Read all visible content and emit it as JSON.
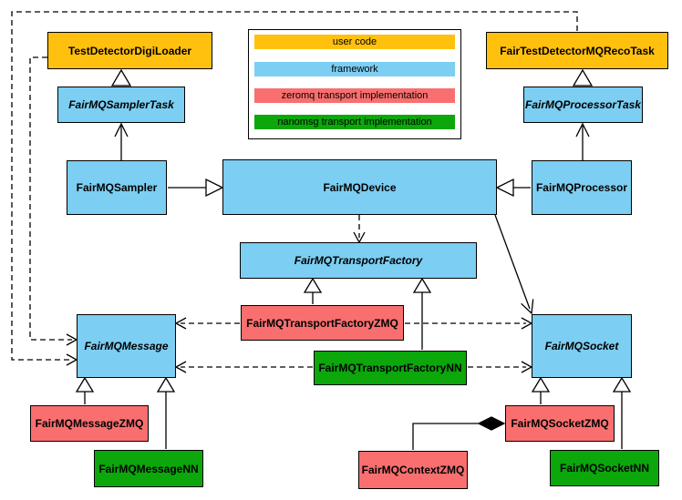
{
  "colors": {
    "user_code": "#FFC10E",
    "framework": "#7CCEF2",
    "zeromq": "#F96F6F",
    "nanomsg": "#0BA70B",
    "line": "#000000",
    "background": "#FFFFFF"
  },
  "legend": {
    "items": [
      {
        "label": "user code",
        "color": "#FFC10E"
      },
      {
        "label": "framework",
        "color": "#7CCEF2"
      },
      {
        "label": "zeromq transport implementation",
        "color": "#F96F6F"
      },
      {
        "label": "nanomsg transport implementation",
        "color": "#0BA70B"
      }
    ]
  },
  "nodes": {
    "digiLoader": {
      "label": "TestDetectorDigiLoader",
      "category": "user code",
      "abstract": false
    },
    "samplerTask": {
      "label": "FairMQSamplerTask",
      "category": "framework",
      "abstract": true
    },
    "recoTask": {
      "label": "FairTestDetectorMQRecoTask",
      "category": "user code",
      "abstract": false
    },
    "processorTask": {
      "label": "FairMQProcessorTask",
      "category": "framework",
      "abstract": true
    },
    "sampler": {
      "label": "FairMQSampler",
      "category": "framework",
      "abstract": false
    },
    "device": {
      "label": "FairMQDevice",
      "category": "framework",
      "abstract": false
    },
    "processor": {
      "label": "FairMQProcessor",
      "category": "framework",
      "abstract": false
    },
    "transportFactory": {
      "label": "FairMQTransportFactory",
      "category": "framework",
      "abstract": true
    },
    "transportFactoryZMQ": {
      "label": "FairMQTransportFactoryZMQ",
      "category": "zeromq",
      "abstract": false
    },
    "transportFactoryNN": {
      "label": "FairMQTransportFactoryNN",
      "category": "nanomsg",
      "abstract": false
    },
    "message": {
      "label": "FairMQMessage",
      "category": "framework",
      "abstract": true
    },
    "socket": {
      "label": "FairMQSocket",
      "category": "framework",
      "abstract": true
    },
    "messageZMQ": {
      "label": "FairMQMessageZMQ",
      "category": "zeromq",
      "abstract": false
    },
    "messageNN": {
      "label": "FairMQMessageNN",
      "category": "nanomsg",
      "abstract": false
    },
    "socketZMQ": {
      "label": "FairMQSocketZMQ",
      "category": "zeromq",
      "abstract": false
    },
    "socketNN": {
      "label": "FairMQSocketNN",
      "category": "nanomsg",
      "abstract": false
    },
    "contextZMQ": {
      "label": "FairMQContextZMQ",
      "category": "zeromq",
      "abstract": false
    }
  },
  "edges": [
    {
      "from": "FairMQSamplerTask",
      "to": "TestDetectorDigiLoader",
      "line": "solid",
      "head": "hollow-triangle"
    },
    {
      "from": "FairMQSampler",
      "to": "FairMQSamplerTask",
      "line": "solid",
      "head": "open-arrow"
    },
    {
      "from": "FairMQProcessorTask",
      "to": "FairTestDetectorMQRecoTask",
      "line": "solid",
      "head": "hollow-triangle"
    },
    {
      "from": "FairMQProcessor",
      "to": "FairMQProcessorTask",
      "line": "solid",
      "head": "open-arrow"
    },
    {
      "from": "FairMQSampler",
      "to": "FairMQDevice",
      "line": "solid",
      "head": "hollow-triangle"
    },
    {
      "from": "FairMQProcessor",
      "to": "FairMQDevice",
      "line": "solid",
      "head": "hollow-triangle"
    },
    {
      "from": "FairMQDevice",
      "to": "FairMQTransportFactory",
      "line": "dashed",
      "head": "open-arrow"
    },
    {
      "from": "FairMQDevice",
      "to": "FairMQSocket",
      "line": "solid",
      "head": "open-arrow"
    },
    {
      "from": "FairMQTransportFactoryZMQ",
      "to": "FairMQTransportFactory",
      "line": "solid",
      "head": "hollow-triangle"
    },
    {
      "from": "FairMQTransportFactoryNN",
      "to": "FairMQTransportFactory",
      "line": "solid",
      "head": "hollow-triangle"
    },
    {
      "from": "FairMQTransportFactoryZMQ",
      "to": "FairMQMessage",
      "line": "dashed",
      "head": "open-arrow"
    },
    {
      "from": "FairMQTransportFactoryZMQ",
      "to": "FairMQSocket",
      "line": "dashed",
      "head": "open-arrow"
    },
    {
      "from": "FairMQTransportFactoryNN",
      "to": "FairMQMessage",
      "line": "dashed",
      "head": "open-arrow"
    },
    {
      "from": "FairMQTransportFactoryNN",
      "to": "FairMQSocket",
      "line": "dashed",
      "head": "open-arrow"
    },
    {
      "from": "FairTestDetectorMQRecoTask",
      "to": "FairMQMessage",
      "line": "dashed",
      "head": "open-arrow"
    },
    {
      "from": "TestDetectorDigiLoader",
      "to": "FairMQMessage",
      "line": "dashed",
      "head": "open-arrow"
    },
    {
      "from": "FairMQMessageZMQ",
      "to": "FairMQMessage",
      "line": "solid",
      "head": "hollow-triangle"
    },
    {
      "from": "FairMQMessageNN",
      "to": "FairMQMessage",
      "line": "solid",
      "head": "hollow-triangle"
    },
    {
      "from": "FairMQSocketZMQ",
      "to": "FairMQSocket",
      "line": "solid",
      "head": "hollow-triangle"
    },
    {
      "from": "FairMQSocketNN",
      "to": "FairMQSocket",
      "line": "solid",
      "head": "hollow-triangle"
    },
    {
      "from": "FairMQContextZMQ",
      "to": "FairMQSocketZMQ",
      "line": "solid",
      "head": "filled-diamond"
    }
  ]
}
